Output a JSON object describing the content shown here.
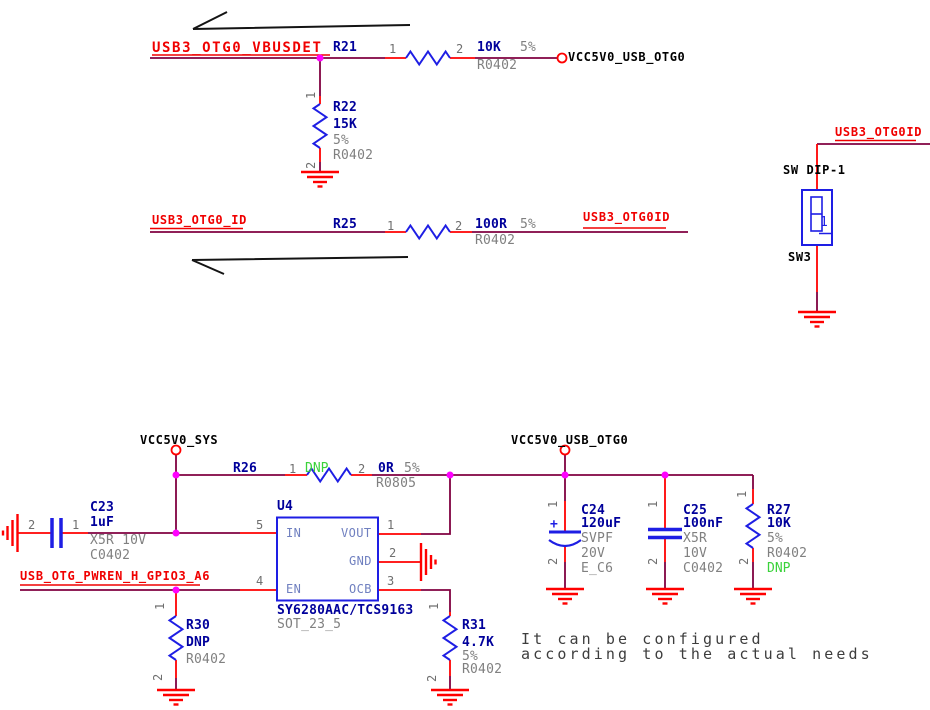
{
  "nets": {
    "vbusdet": "USB3_OTG0_VBUSDET",
    "otg0_id": "USB3_OTG0_ID",
    "otg0id_mid": "USB3_OTG0ID",
    "otg0id_sw": "USB3_OTG0ID",
    "pwren": "USB_OTG_PWREN_H_GPIO3_A6"
  },
  "power": {
    "vcc5v0_usb_otg0_top": "VCC5V0_USB_OTG0",
    "vcc5v0_sys": "VCC5V0_SYS",
    "vcc5v0_usb_otg0_bot": "VCC5V0_USB_OTG0"
  },
  "components": {
    "r21": {
      "ref": "R21",
      "value": "10K",
      "tol": "5%",
      "fp": "R0402",
      "p1": "1",
      "p2": "2"
    },
    "r22": {
      "ref": "R22",
      "value": "15K",
      "tol": "5%",
      "fp": "R0402",
      "p1": "1",
      "p2": "2"
    },
    "r25": {
      "ref": "R25",
      "value": "100R",
      "tol": "5%",
      "fp": "R0402",
      "p1": "1",
      "p2": "2"
    },
    "r26": {
      "ref": "R26",
      "dnp": "DNP",
      "value": "0R",
      "tol": "5%",
      "fp": "R0805",
      "p1": "1",
      "p2": "2"
    },
    "r27": {
      "ref": "R27",
      "value": "10K",
      "tol": "5%",
      "fp": "R0402",
      "dnp": "DNP",
      "p1": "1",
      "p2": "2"
    },
    "r30": {
      "ref": "R30",
      "value": "DNP",
      "fp": "R0402",
      "p1": "1",
      "p2": "2"
    },
    "r31": {
      "ref": "R31",
      "value": "4.7K",
      "tol": "5%",
      "fp": "R0402",
      "p1": "1",
      "p2": "2"
    },
    "c23": {
      "ref": "C23",
      "value": "1uF",
      "spec": "X5R 10V",
      "fp": "C0402",
      "p1": "1",
      "p2": "2"
    },
    "c24": {
      "ref": "C24",
      "value": "120uF",
      "spec1": "SVPF",
      "spec2": "20V",
      "fp": "E_C6",
      "plus": "+",
      "p1": "1",
      "p2": "2"
    },
    "c25": {
      "ref": "C25",
      "value": "100nF",
      "spec1": "X5R",
      "spec2": "10V",
      "fp": "C0402",
      "p1": "1",
      "p2": "2"
    },
    "u4": {
      "ref": "U4",
      "part": "SY6280AAC/TCS9163",
      "fp": "SOT_23_5",
      "pin_in": {
        "num": "5",
        "name": "IN"
      },
      "pin_vout": {
        "num": "1",
        "name": "VOUT"
      },
      "pin_gnd": {
        "num": "2",
        "name": "GND"
      },
      "pin_en": {
        "num": "4",
        "name": "EN"
      },
      "pin_ocb": {
        "num": "3",
        "name": "OCB"
      }
    },
    "sw3": {
      "ref": "SW3",
      "part": "SW DIP-1",
      "pos_label": "1"
    }
  },
  "note": {
    "line1": "It can be configured",
    "line2": "according to the actual needs"
  },
  "colors": {
    "wire": "#800040",
    "pin_red": "#FF0000",
    "symbol_blue": "#1E1EE4",
    "ref_navy": "#00009B",
    "pin_name_blue": "#7080C0",
    "gray": "#808080",
    "dnp_green": "#3BD23B",
    "junction_magenta": "#FF00FF",
    "net_red": "#F00000",
    "note_gray": "#3D3D3D"
  }
}
